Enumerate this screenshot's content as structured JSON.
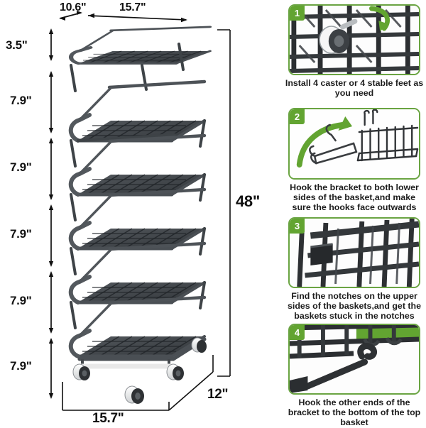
{
  "product": {
    "name": "6-tier stackable wire storage basket cart with casters",
    "colors": {
      "metal_dark": "#3a3d40",
      "metal_mid": "#4a4e52",
      "metal_light": "#6d7276",
      "caster_hub": "#f2f2f2",
      "caster_tire": "#2e3134",
      "dim_line": "#111111",
      "accent_green": "#62a431",
      "frame_green": "#6aa442"
    },
    "tier_count": 6
  },
  "dimensions": {
    "top_depth": "10.6\"",
    "top_width": "15.7\"",
    "overall_height": "48\"",
    "bottom_width": "15.7\"",
    "bottom_depth": "12\"",
    "tier_heights": [
      "3.5\"",
      "7.9\"",
      "7.9\"",
      "7.9\"",
      "7.9\"",
      "7.9\""
    ]
  },
  "steps": [
    {
      "number": "1",
      "caption": "Install 4 caster or 4 stable feet as you need",
      "scene": "caster"
    },
    {
      "number": "2",
      "caption": "Hook the bracket to both lower sides of the basket,and make sure the hooks face outwards",
      "scene": "bracket"
    },
    {
      "number": "3",
      "caption": "Find the notches on the upper sides of the baskets,and get the baskets stuck in the notches",
      "scene": "notch"
    },
    {
      "number": "4",
      "caption": "Hook the other ends of the bracket to the bottom of the top basket",
      "scene": "hook"
    }
  ]
}
